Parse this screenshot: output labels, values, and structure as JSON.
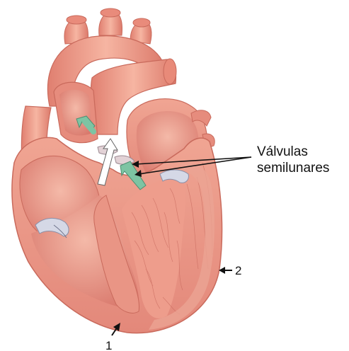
{
  "annotations": {
    "valves": {
      "line1": "Válvulas",
      "line2": "semilunares"
    },
    "marker_1": "1",
    "marker_2": "2"
  },
  "colors": {
    "myocardium": "#e99585",
    "myocardium_dark": "#c9685d",
    "chamber_interior": "#d67468",
    "chamber_light": "#f2b8a8",
    "vessel": "#ee9a88",
    "vessel_light": "#f8c9b8",
    "flow_arrow_green": "#7dc4a3",
    "flow_arrow_white": "#ffffff",
    "label_text": "#111111"
  }
}
